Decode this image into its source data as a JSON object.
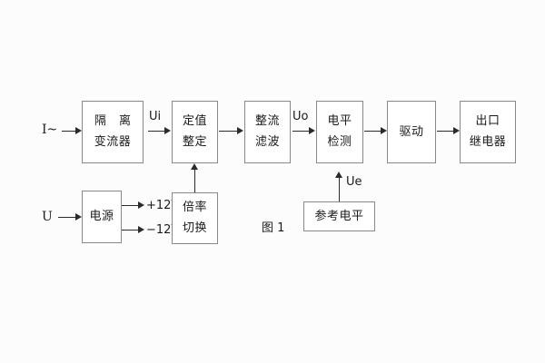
{
  "diagram": {
    "caption": "图 1",
    "inputs": [
      {
        "name": "current-input",
        "label": "I~"
      },
      {
        "name": "voltage-input",
        "label": "U"
      }
    ],
    "blocks": [
      {
        "id": "isolation-transformer",
        "lines": [
          "隔 离",
          "变流器"
        ]
      },
      {
        "id": "setting-value",
        "lines": [
          "定值",
          "整定"
        ]
      },
      {
        "id": "rectify-filter",
        "lines": [
          "整流",
          "滤波"
        ]
      },
      {
        "id": "level-detection",
        "lines": [
          "电平",
          "检测"
        ]
      },
      {
        "id": "driver",
        "lines": [
          "驱动"
        ]
      },
      {
        "id": "output-relay",
        "lines": [
          "出口",
          "继电器"
        ]
      },
      {
        "id": "power-supply",
        "lines": [
          "电源"
        ]
      },
      {
        "id": "ratio-switch",
        "lines": [
          "倍率",
          "切换"
        ]
      },
      {
        "id": "reference-level",
        "lines": [
          "参考电平"
        ]
      }
    ],
    "signals": [
      {
        "id": "ui",
        "label": "Ui"
      },
      {
        "id": "uo",
        "label": "Uo"
      },
      {
        "id": "ue",
        "label": "Ue"
      }
    ],
    "power_rails": [
      {
        "id": "rail-positive",
        "label": "+12V"
      },
      {
        "id": "rail-negative",
        "label": "−12V"
      }
    ]
  }
}
